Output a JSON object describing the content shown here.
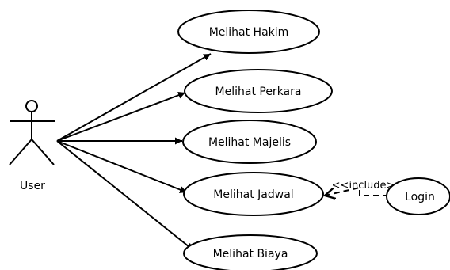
{
  "diagram": {
    "type": "use-case",
    "actor": {
      "label": "User"
    },
    "use_cases": [
      {
        "id": "melihat-hakim",
        "label": "Melihat Hakim"
      },
      {
        "id": "melihat-perkara",
        "label": "Melihat Perkara"
      },
      {
        "id": "melihat-majelis",
        "label": "Melihat Majelis"
      },
      {
        "id": "melihat-jadwal",
        "label": "Melihat Jadwal"
      },
      {
        "id": "melihat-biaya",
        "label": "Melihat Biaya"
      },
      {
        "id": "login",
        "label": "Login"
      }
    ],
    "relationships": [
      {
        "from": "User",
        "to": "Melihat Hakim",
        "kind": "association"
      },
      {
        "from": "User",
        "to": "Melihat Perkara",
        "kind": "association"
      },
      {
        "from": "User",
        "to": "Melihat Majelis",
        "kind": "association"
      },
      {
        "from": "User",
        "to": "Melihat Jadwal",
        "kind": "association"
      },
      {
        "from": "User",
        "to": "Melihat Biaya",
        "kind": "association"
      },
      {
        "from": "Login",
        "to": "Melihat Jadwal",
        "kind": "include",
        "label": "<<include>>"
      }
    ]
  }
}
